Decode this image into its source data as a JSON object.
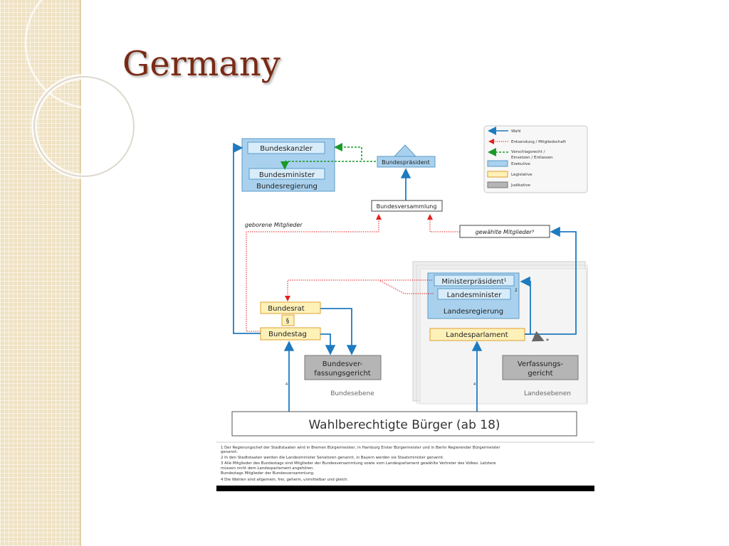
{
  "slide": {
    "title": "Germany"
  },
  "legend": {
    "wahl": "Wahl",
    "entsendung": "Entsendung / Mitgliedschaft",
    "vorschlag_1": "Vorschlagsrecht /",
    "vorschlag_2": "Einsetzen / Entlassen",
    "exekutive": "Exekutive",
    "legislative": "Legislative",
    "judikative": "Judikative"
  },
  "nodes": {
    "bundeskanzler": "Bundeskanzler",
    "bundesminister": "Bundesminister",
    "bundesregierung": "Bundesregierung",
    "bundespraesident": "Bundespräsident",
    "bundesversammlung": "Bundesversammlung",
    "geborene": "geborene Mitglieder",
    "gewaehlte": "gewählte Mitglieder³",
    "ministerpraesident": "Ministerpräsident¹",
    "landesminister": "Landesminister",
    "landesminister_sup": "2",
    "landesregierung": "Landesregierung",
    "bundesrat": "Bundesrat",
    "paragraph": "§",
    "bundestag": "Bundestag",
    "landesparlament": "Landesparlament",
    "star": "*",
    "bverfg_1": "Bundesver-",
    "bverfg_2": "fassungsgericht",
    "lverfg_1": "Verfassungs-",
    "lverfg_2": "gericht",
    "bundesebene": "Bundesebene",
    "landesebenen": "Landesebenen",
    "note4_left": "4",
    "note4_right": "4",
    "buerger": "Wahlberechtigte Bürger (ab 18)"
  },
  "footnotes": [
    "1 Der Regierungschef der Stadtstaaten wird in Bremen Bürgermeister, in Hamburg Erster Bürgermeister und in Berlin Regierender Bürgermeister",
    "   genannt.",
    "2 In den Stadtstaaten werden die Landesminister Senatoren genannt, in Bayern werden sie Staatsminister genannt.",
    "3 Alle Mitglieder des Bundestags sind Mitglieder der Bundesversammlung sowie vom Landesparlament gewählte Vertreter des Volkes. Letztere",
    "   müssen nicht dem Landesparlament angehören.",
    "   Bundestags Mitglieder der Bundesversammlung.",
    "4 Die Wahlen sind allgemein, frei, geheim, unmittelbar und gleich."
  ],
  "colors": {
    "title": "#7a2a14",
    "exekutive": "#a9d1ee",
    "legislative": "#fdf1b8",
    "judikative": "#b5b5b5",
    "wahl_arrow": "#1e7bc0",
    "entsendung_arrow": "#e02020",
    "vorschlag_arrow": "#1a9a2a"
  }
}
